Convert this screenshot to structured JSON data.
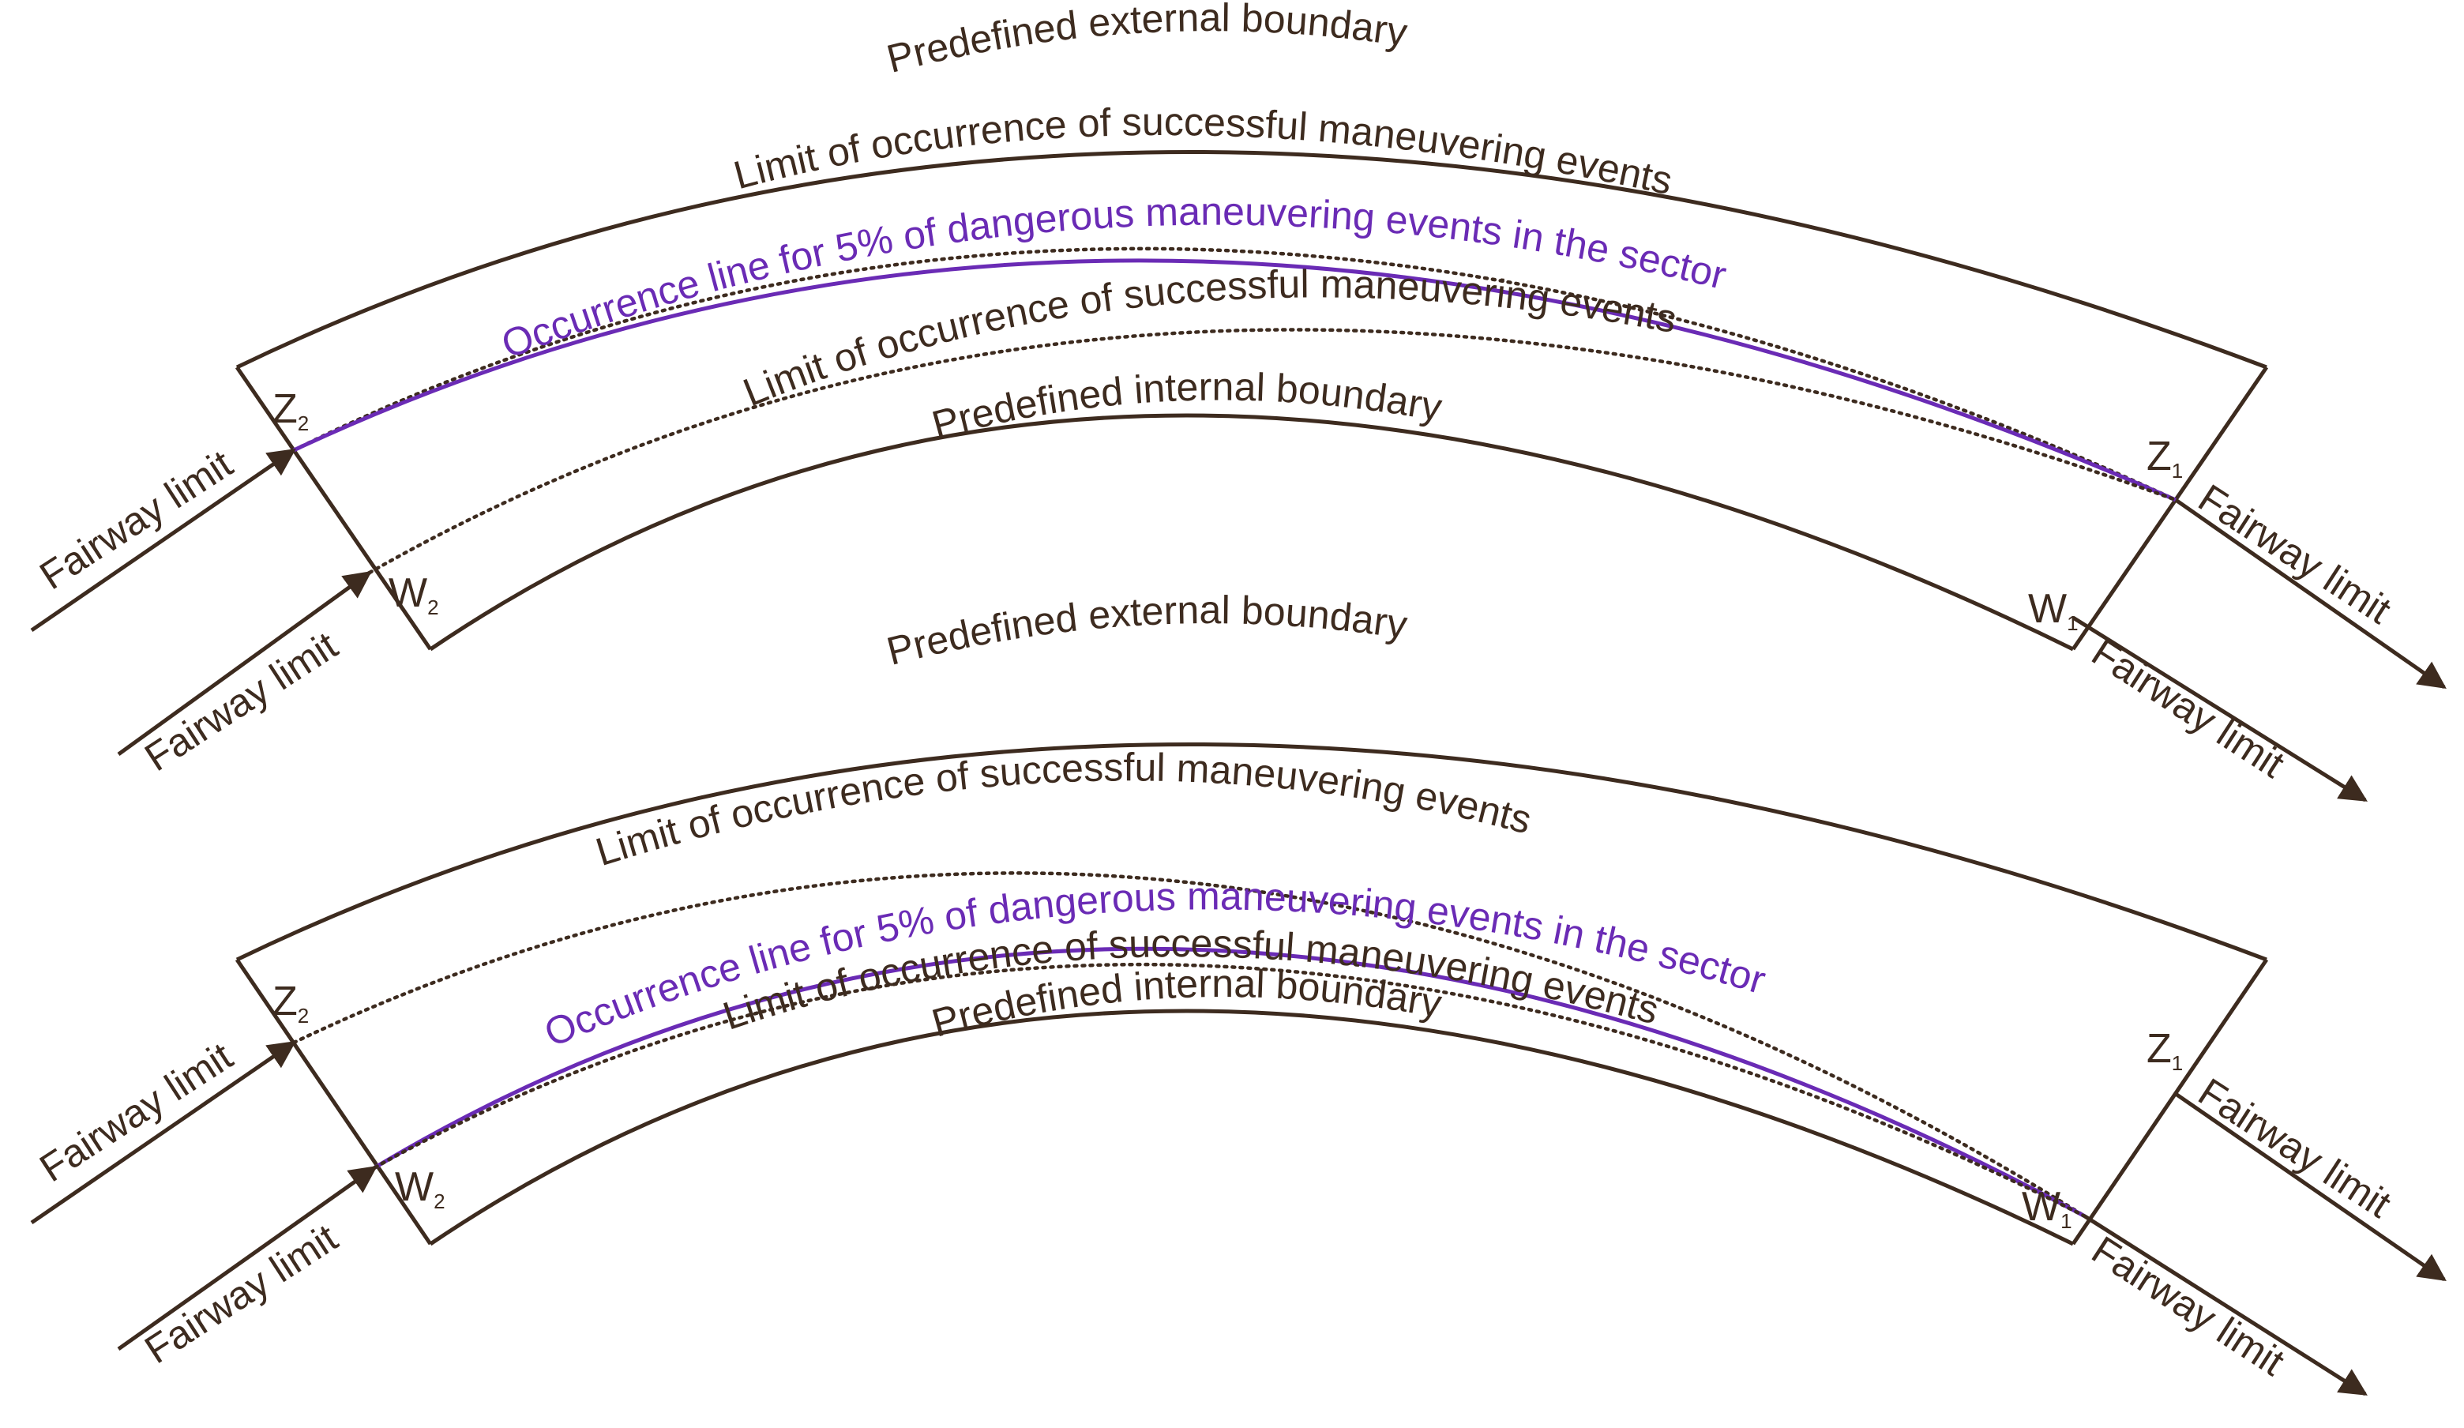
{
  "colors": {
    "line": "#3d2b1f",
    "accent": "#6a2bb5",
    "text": "#3d2b1f",
    "background": "#ffffff"
  },
  "panels": [
    {
      "external_boundary": "Predefined external boundary",
      "upper_limit": "Limit of occurrence of successful maneuvering events",
      "occurrence_line": "Occurrence line for 5% of dangerous maneuvering events in the sector",
      "lower_limit": "Limit of occurrence of successful maneuvering events",
      "internal_boundary": "Predefined internal boundary",
      "points": {
        "z2": {
          "letter": "Z",
          "sub": "2"
        },
        "w2": {
          "letter": "W",
          "sub": "2"
        },
        "z1": {
          "letter": "Z",
          "sub": "1"
        },
        "w1": {
          "letter": "W",
          "sub": "1"
        }
      },
      "fairway": {
        "in_upper": "Fairway limit",
        "in_lower": "Fairway limit",
        "out_upper": "Fairway limit",
        "out_lower": "Fairway limit"
      }
    },
    {
      "external_boundary": "Predefined external boundary",
      "upper_limit": "Limit of occurrence of successful maneuvering events",
      "occurrence_line": "Occurrence line for 5% of dangerous maneuvering events in the sector",
      "lower_limit": "Limit of occurrence of successful maneuvering events",
      "internal_boundary": "Predefined internal boundary",
      "points": {
        "z2": {
          "letter": "Z",
          "sub": "2"
        },
        "w2": {
          "letter": "W",
          "sub": "2"
        },
        "z1": {
          "letter": "Z",
          "sub": "1"
        },
        "w1": {
          "letter": "W",
          "sub": "1"
        }
      },
      "fairway": {
        "in_upper": "Fairway limit",
        "in_lower": "Fairway limit",
        "out_upper": "Fairway limit",
        "out_lower": "Fairway limit"
      }
    }
  ]
}
